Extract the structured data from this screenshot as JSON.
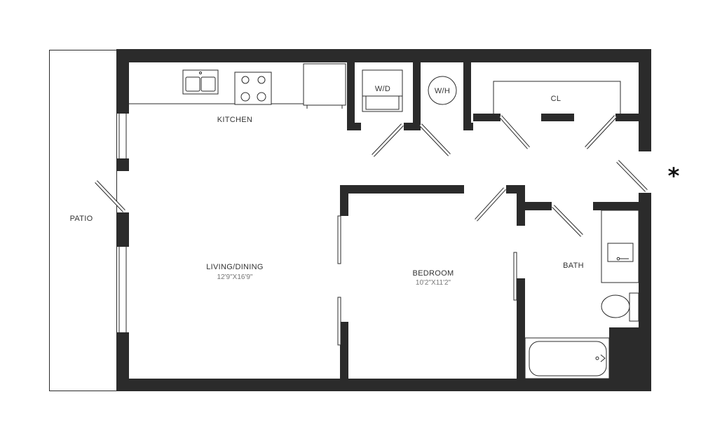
{
  "rooms": {
    "kitchen": "KITCHEN",
    "washer_dryer": "W/D",
    "water_heater": "W/H",
    "closet": "CL",
    "patio": "PATIO",
    "living_dining": "LIVING/DINING",
    "living_dining_dims": "12'9\"X16'9\"",
    "bedroom": "BEDROOM",
    "bedroom_dims": "10'2\"X11'2\"",
    "bath": "BATH"
  },
  "marker": "*",
  "colors": {
    "wall": "#2b2b2b",
    "background": "#ffffff"
  }
}
